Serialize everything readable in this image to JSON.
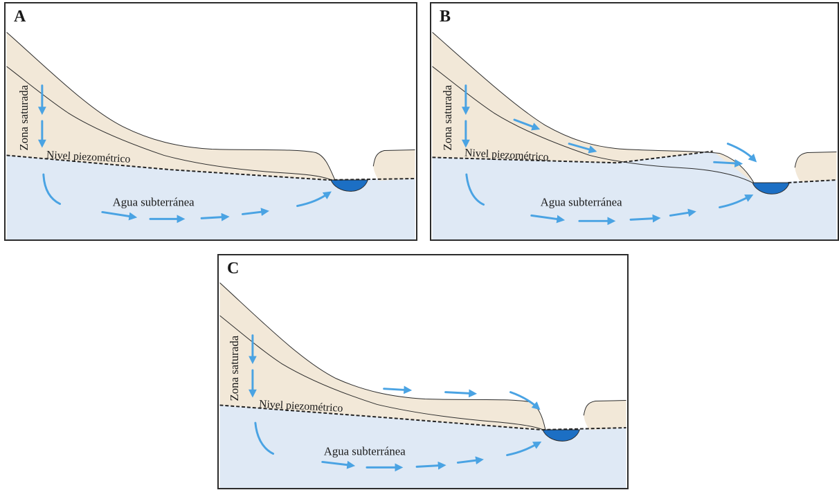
{
  "colors": {
    "saturated_zone": "#f2e8d8",
    "groundwater": "#dfe9f5",
    "flow_arrow": "#4aa3e3",
    "river": "#1c6fc4",
    "outline": "#2b2b2b"
  },
  "panels": [
    {
      "letter": "A",
      "zone_label": "Zona saturada",
      "level_label": "Nivel piezométrico",
      "water_label": "Agua subterránea"
    },
    {
      "letter": "B",
      "zone_label": "Zona saturada",
      "level_label": "Nivel piezométrico",
      "water_label": "Agua subterránea"
    },
    {
      "letter": "C",
      "zone_label": "Zona saturada",
      "level_label": "Nivel piezométrico",
      "water_label": "Agua subterránea"
    }
  ]
}
